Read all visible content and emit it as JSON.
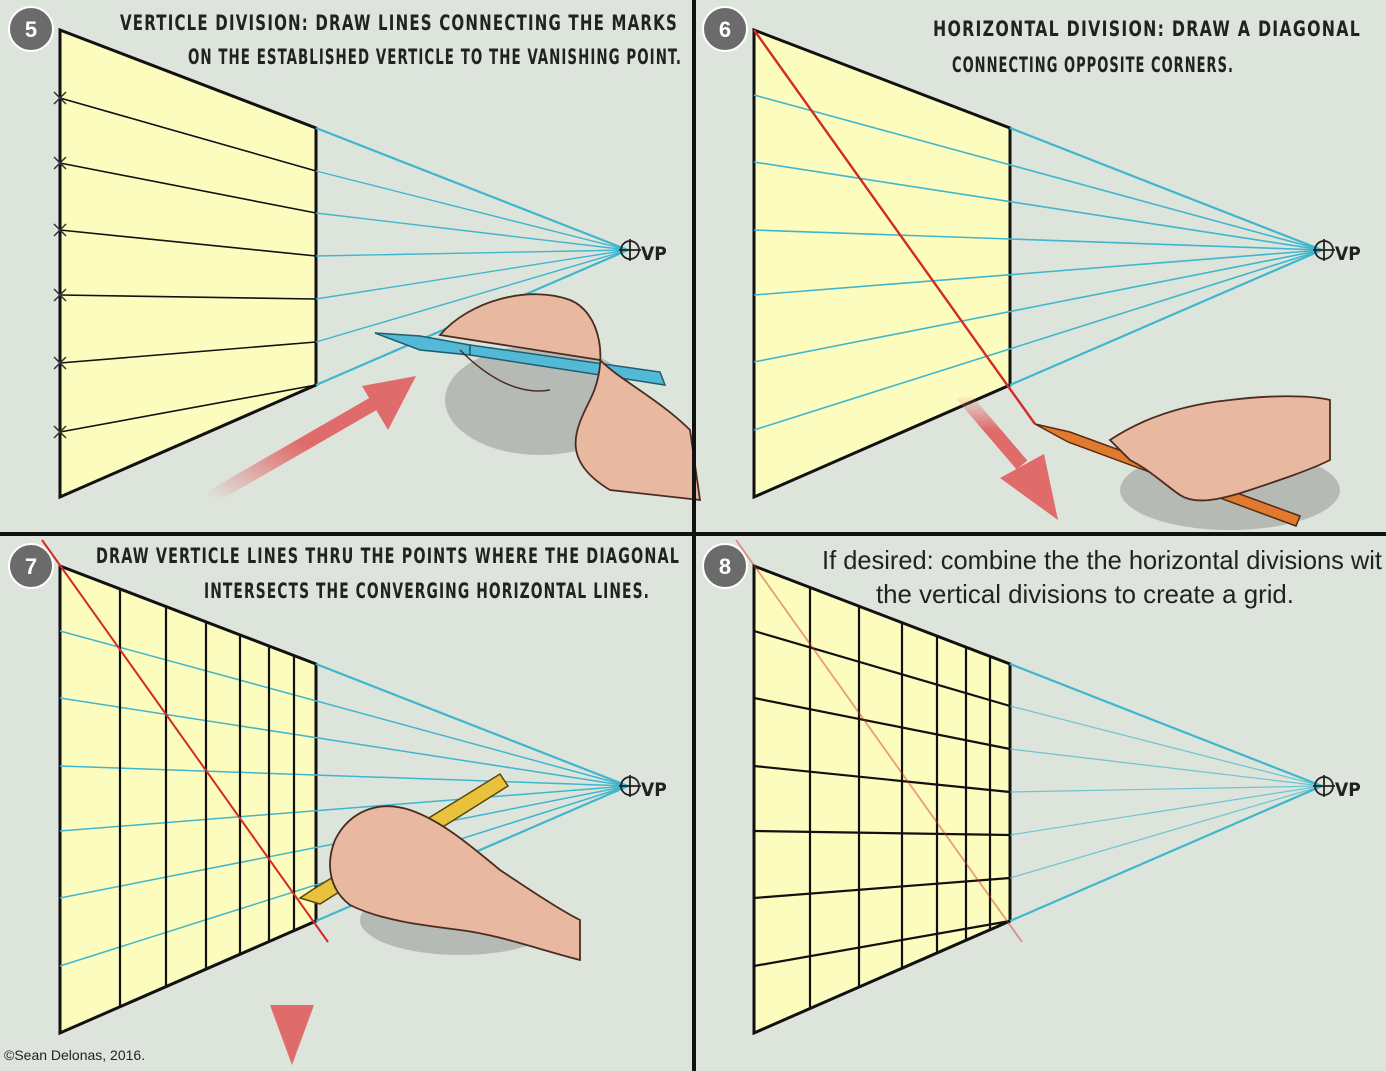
{
  "panels": [
    {
      "number": "5",
      "title_line1": "VERTICLE DIVISION: DRAW LINES CONNECTING THE MARKS",
      "title_line2": "ON THE ESTABLISHED VERTICLE TO THE VANISHING POINT.",
      "vp_label": "VP"
    },
    {
      "number": "6",
      "title_line1": "HORIZONTAL DIVISION:  DRAW A DIAGONAL",
      "title_line2": "CONNECTING OPPOSITE CORNERS.",
      "vp_label": "VP"
    },
    {
      "number": "7",
      "title_line1": "DRAW VERTICLE LINES THRU THE POINTS WHERE THE DIAGONAL",
      "title_line2": "INTERSECTS THE CONVERGING HORIZONTAL LINES.",
      "vp_label": "VP"
    },
    {
      "number": "8",
      "title_line1": "If desired: combine the the horizontal divisions wit",
      "title_line2": "the vertical divisions to create a grid.",
      "vp_label": "VP"
    }
  ],
  "credit": "©Sean Delonas, 2016.",
  "colors": {
    "panel_bg": "#dde4dc",
    "plane_fill": "#fdfcbf",
    "perspective_line": "#3fb6cd",
    "diagonal": "#d42a24",
    "arrow": "#e06b6b",
    "badge": "#6b6b6b",
    "divider": "#111111"
  }
}
